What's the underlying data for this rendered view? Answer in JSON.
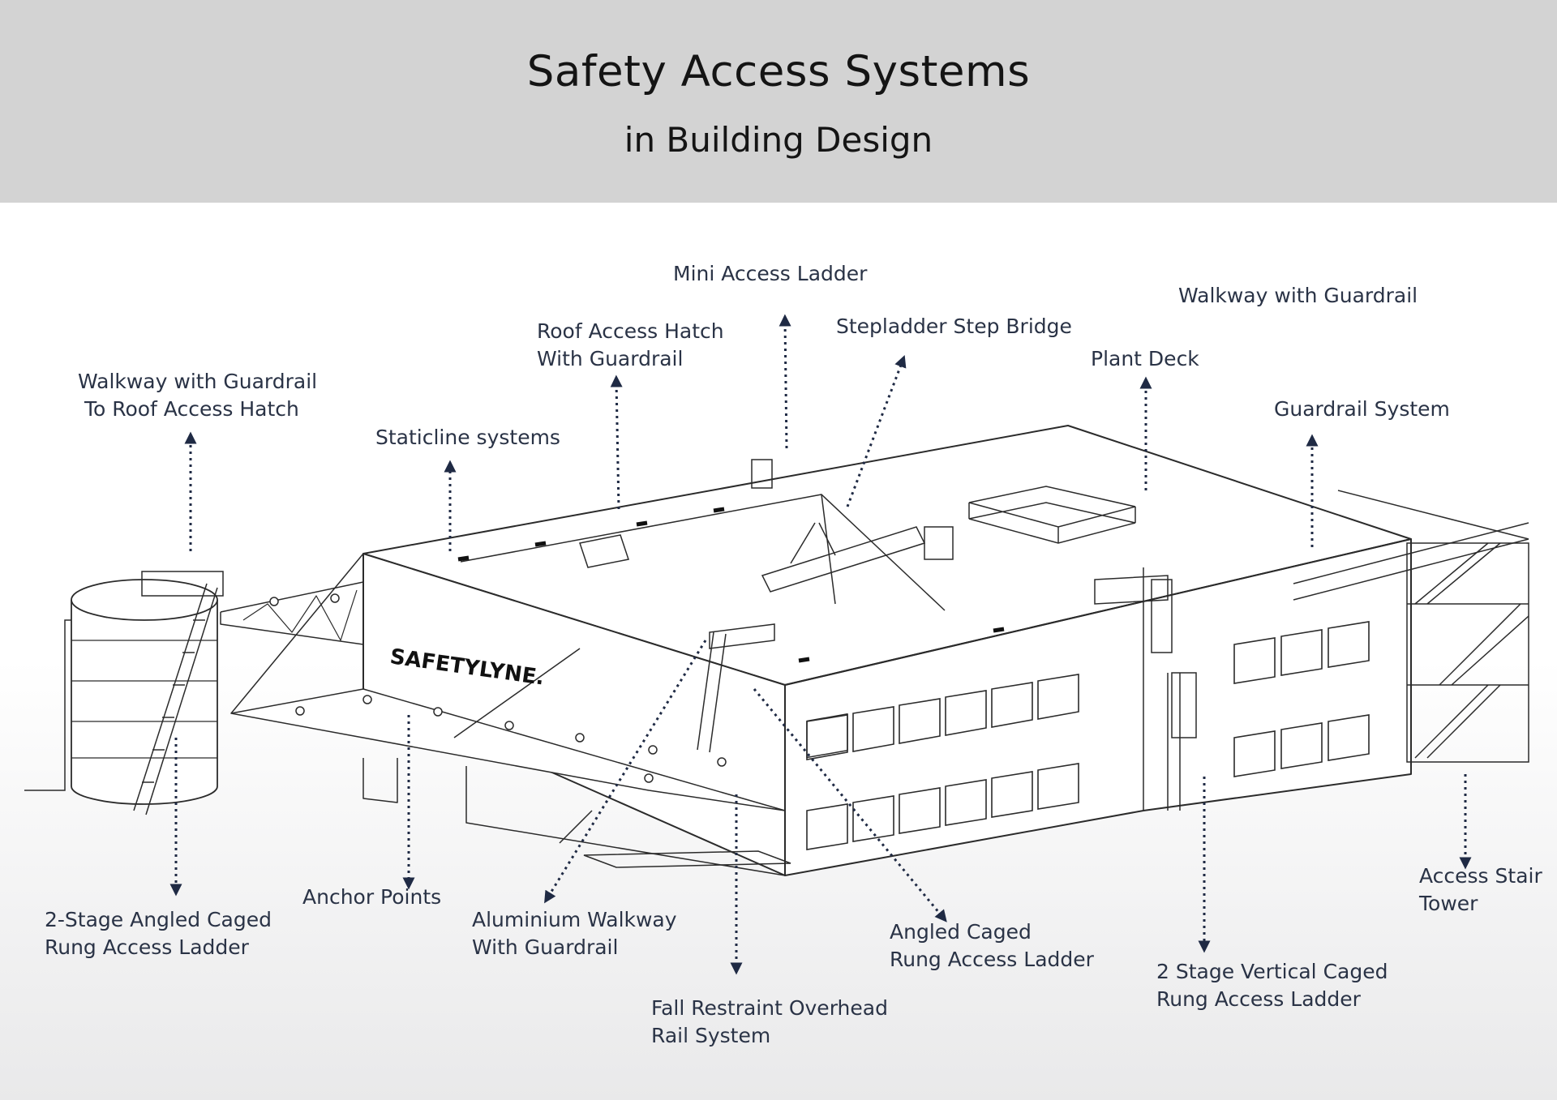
{
  "header": {
    "title": "Safety Access Systems",
    "subtitle": "in Building Design"
  },
  "logo": {
    "text": "SAFETYLYNE."
  },
  "colors": {
    "header_bg": "#d3d3d3",
    "line": "#2b2b2b",
    "arrow": "#1f2a44",
    "label": "#2a3346"
  },
  "labels": {
    "mini_access_ladder": [
      "Mini Access Ladder"
    ],
    "walkway_guardrail_right": [
      "Walkway with Guardrail"
    ],
    "roof_access_hatch": [
      "Roof Access Hatch",
      "With Guardrail"
    ],
    "stepladder_step_bridge": [
      "Stepladder Step Bridge"
    ],
    "plant_deck": [
      "Plant Deck"
    ],
    "walkway_to_hatch": [
      "Walkway with Guardrail",
      " To Roof Access Hatch"
    ],
    "guardrail_system": [
      "Guardrail System"
    ],
    "staticline_systems": [
      "Staticline systems"
    ],
    "angled_caged_2stage": [
      "2-Stage Angled Caged",
      "Rung Access Ladder"
    ],
    "anchor_points": [
      "Anchor Points"
    ],
    "aluminium_walkway": [
      "Aluminium Walkway",
      "With Guardrail"
    ],
    "angled_caged": [
      "Angled Caged",
      "Rung Access Ladder"
    ],
    "vertical_caged_2stage": [
      "2 Stage Vertical Caged",
      "Rung Access Ladder"
    ],
    "access_stair_tower": [
      "Access Stair",
      "Tower"
    ],
    "fall_restraint_rail": [
      "Fall Restraint Overhead",
      "Rail System"
    ]
  }
}
